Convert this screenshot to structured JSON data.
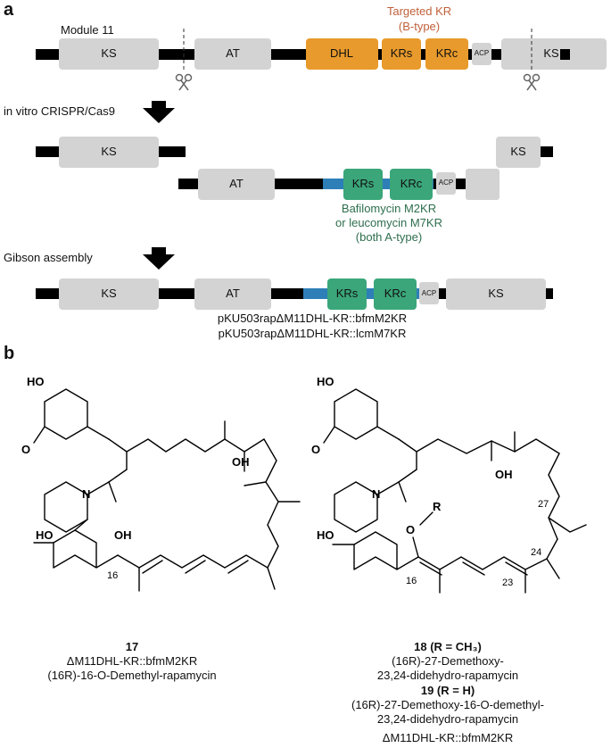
{
  "panel_a": {
    "label": "a",
    "module_label": "Module 11",
    "targeted_title": "Targeted KR",
    "targeted_sub": "(B-type)",
    "step1": "in vitro CRISPR/Cas9",
    "step2": "Gibson assembly",
    "donor_line1": "Bafilomycin M2KR",
    "donor_line2": "or leucomycin M7KR",
    "donor_line3": "(both A-type)",
    "plasmid1": "pKU503rapΔM11DHL-KR::bfmM2KR",
    "plasmid2": "pKU503rapΔM11DHL-KR::lcmM7KR",
    "domains": {
      "ks": "KS",
      "at": "AT",
      "dhl": "DHL",
      "krs": "KRs",
      "krc": "KRc",
      "acp": "ACP"
    },
    "colors": {
      "native_kr": "#e89a2c",
      "donor_kr": "#3aa67a",
      "linker": "#2e7fb8",
      "domain": "#d3d3d3",
      "backbone": "#000000"
    }
  },
  "panel_b": {
    "label": "b",
    "c17": {
      "number": "17",
      "line2": "ΔM11DHL-KR::bfmM2KR",
      "line3": "(16R)-16-O-Demethyl-rapamycin"
    },
    "c18": {
      "number": "18 (R = CH₃)",
      "line2": "(16R)-27-Demethoxy-",
      "line3": "23,24-didehydro-rapamycin"
    },
    "c19": {
      "number": "19 (R = H)",
      "line2": "(16R)-27-Demethoxy-16-O-demethyl-",
      "line3": "23,24-didehydro-rapamycin"
    },
    "c_bottom": "ΔM11DHL-KR::bfmM2KR",
    "atoms": {
      "ho": "HO",
      "o": "O",
      "n": "N",
      "oh": "OH",
      "r": "R",
      "n16": "16",
      "n23": "23",
      "n24": "24",
      "n27": "27"
    }
  }
}
